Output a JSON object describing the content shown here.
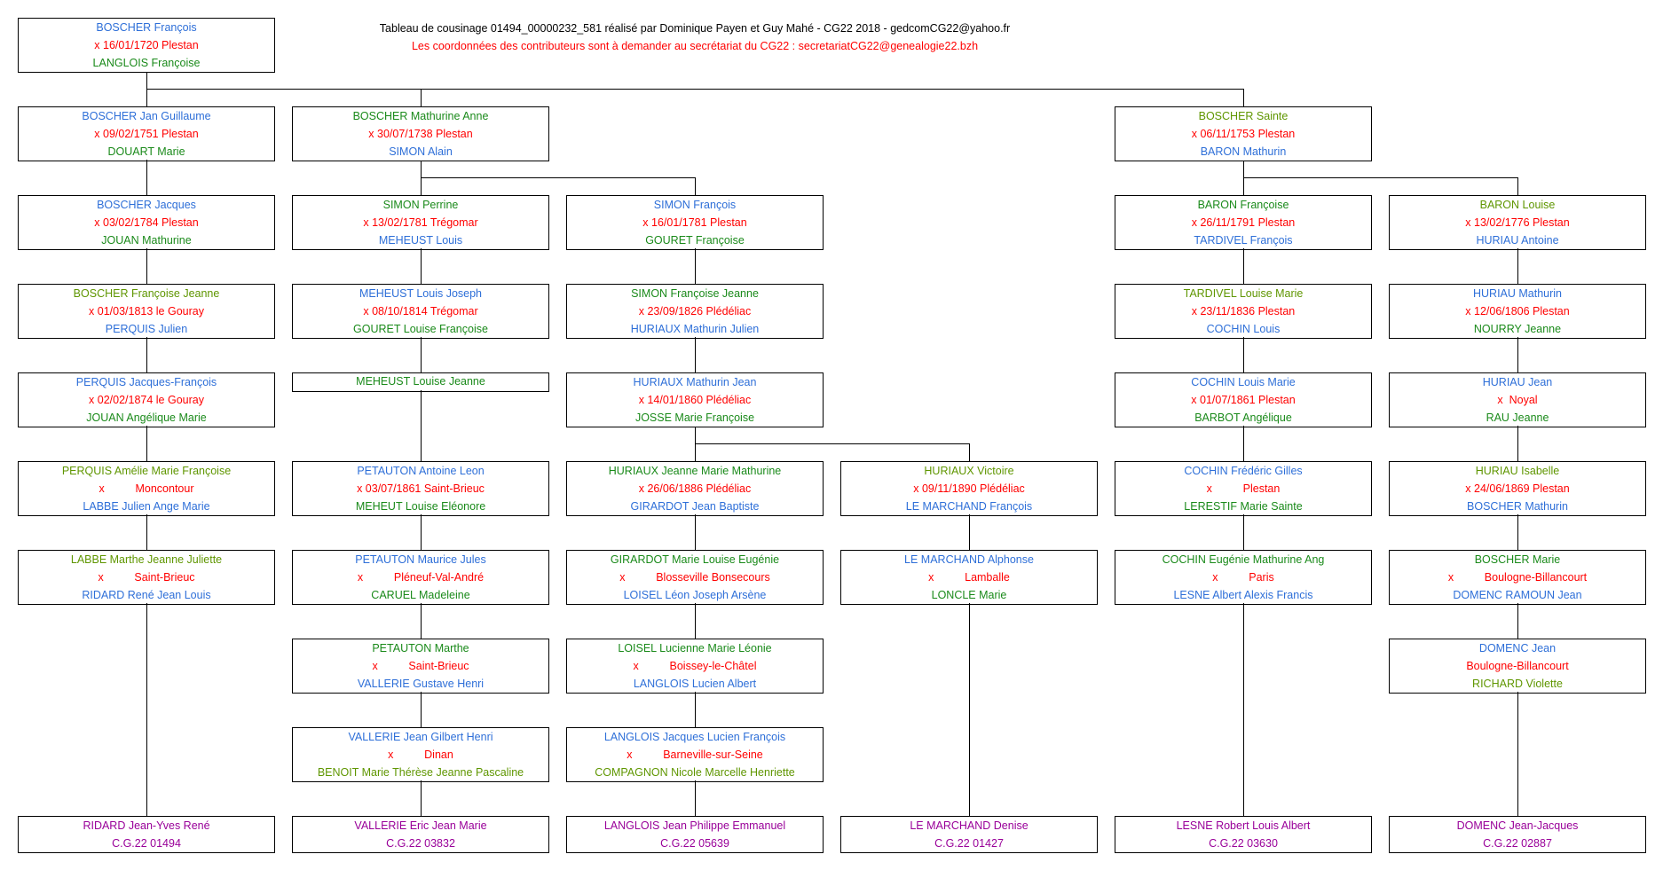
{
  "header": {
    "title": "Tableau de cousinage 01494_00000232_581 réalisé par Dominique Payen et Guy Mahé - CG22 2018 - gedcomCG22@yahoo.fr",
    "subtitle": "Les coordonnées des contributeurs sont à demander au secrétariat du CG22 :  secretariatCG22@genealogie22.bzh",
    "title_color": "#000000",
    "subtitle_color": "#ff0000"
  },
  "colors": {
    "blue": "#2e6fd8",
    "red": "#ff0000",
    "green": "#1a8a1a",
    "olive": "#5f9600",
    "purple": "#990099"
  },
  "root": [
    {
      "text": "BOSCHER François",
      "color": "blue"
    },
    {
      "text": "x 16/01/1720 Plestan",
      "color": "red"
    },
    {
      "text": "LANGLOIS Françoise",
      "color": "green"
    }
  ],
  "columns": [
    [
      [
        {
          "text": "BOSCHER Jan Guillaume",
          "color": "blue"
        },
        {
          "text": "x 09/02/1751 Plestan",
          "color": "red"
        },
        {
          "text": "DOUART Marie",
          "color": "green"
        }
      ],
      [
        {
          "text": "BOSCHER Jacques",
          "color": "blue"
        },
        {
          "text": "x 03/02/1784 Plestan",
          "color": "red"
        },
        {
          "text": "JOUAN Mathurine",
          "color": "green"
        }
      ],
      [
        {
          "text": "BOSCHER Françoise Jeanne",
          "color": "olive"
        },
        {
          "text": "x 01/03/1813 le Gouray",
          "color": "red"
        },
        {
          "text": "PERQUIS Julien",
          "color": "blue"
        }
      ],
      [
        {
          "text": "PERQUIS Jacques-François",
          "color": "blue"
        },
        {
          "text": "x 02/02/1874 le Gouray",
          "color": "red"
        },
        {
          "text": "JOUAN Angélique Marie",
          "color": "green"
        }
      ],
      [
        {
          "text": "PERQUIS Amélie Marie Françoise",
          "color": "olive"
        },
        {
          "text": "x          Moncontour",
          "color": "red"
        },
        {
          "text": "LABBE Julien Ange Marie",
          "color": "blue"
        }
      ],
      [
        {
          "text": "LABBE Marthe Jeanne Juliette",
          "color": "olive"
        },
        {
          "text": "x          Saint-Brieuc",
          "color": "red"
        },
        {
          "text": "RIDARD René Jean Louis",
          "color": "blue"
        }
      ],
      [
        {
          "text": "RIDARD Jean-Yves René",
          "color": "purple"
        },
        {
          "text": "C.G.22 01494",
          "color": "purple"
        }
      ]
    ],
    [
      [
        {
          "text": "BOSCHER Mathurine Anne",
          "color": "green"
        },
        {
          "text": "x 30/07/1738 Plestan",
          "color": "red"
        },
        {
          "text": "SIMON Alain",
          "color": "blue"
        }
      ],
      [
        {
          "text": "SIMON Perrine",
          "color": "green"
        },
        {
          "text": "x 13/02/1781 Trégomar",
          "color": "red"
        },
        {
          "text": "MEHEUST Louis",
          "color": "blue"
        }
      ],
      [
        {
          "text": "MEHEUST Louis Joseph",
          "color": "blue"
        },
        {
          "text": "x 08/10/1814 Trégomar",
          "color": "red"
        },
        {
          "text": "GOURET Louise Françoise",
          "color": "green"
        }
      ],
      [
        {
          "text": "MEHEUST Louise Jeanne",
          "color": "green"
        }
      ],
      [
        {
          "text": "PETAUTON Antoine Leon",
          "color": "blue"
        },
        {
          "text": "x 03/07/1861 Saint-Brieuc",
          "color": "red"
        },
        {
          "text": "MEHEUT Louise Eléonore",
          "color": "green"
        }
      ],
      [
        {
          "text": "PETAUTON Maurice Jules",
          "color": "blue"
        },
        {
          "text": "x          Pléneuf-Val-André",
          "color": "red"
        },
        {
          "text": "CARUEL Madeleine",
          "color": "green"
        }
      ],
      [
        {
          "text": "PETAUTON Marthe",
          "color": "green"
        },
        {
          "text": "x          Saint-Brieuc",
          "color": "red"
        },
        {
          "text": "VALLERIE Gustave Henri",
          "color": "blue"
        }
      ],
      [
        {
          "text": "VALLERIE Jean Gilbert Henri",
          "color": "blue"
        },
        {
          "text": "x          Dinan",
          "color": "red"
        },
        {
          "text": "BENOIT Marie Thérèse Jeanne Pascaline",
          "color": "olive"
        }
      ],
      [
        {
          "text": "VALLERIE Eric Jean Marie",
          "color": "purple"
        },
        {
          "text": "C.G.22 03832",
          "color": "purple"
        }
      ]
    ],
    [
      [
        {
          "text": "SIMON François",
          "color": "blue"
        },
        {
          "text": "x 16/01/1781 Plestan",
          "color": "red"
        },
        {
          "text": "GOURET Françoise",
          "color": "green"
        }
      ],
      [
        {
          "text": "SIMON Françoise Jeanne",
          "color": "green"
        },
        {
          "text": "x 23/09/1826 Plédéliac",
          "color": "red"
        },
        {
          "text": "HURIAUX Mathurin Julien",
          "color": "blue"
        }
      ],
      [
        {
          "text": "HURIAUX Mathurin Jean",
          "color": "blue"
        },
        {
          "text": "x 14/01/1860 Plédéliac",
          "color": "red"
        },
        {
          "text": "JOSSE Marie Françoise",
          "color": "green"
        }
      ],
      [
        {
          "text": "HURIAUX Jeanne Marie Mathurine",
          "color": "green"
        },
        {
          "text": "x 26/06/1886 Plédéliac",
          "color": "red"
        },
        {
          "text": "GIRARDOT Jean Baptiste",
          "color": "blue"
        }
      ],
      [
        {
          "text": "GIRARDOT Marie Louise Eugénie",
          "color": "green"
        },
        {
          "text": "x          Blosseville Bonsecours",
          "color": "red"
        },
        {
          "text": "LOISEL Léon Joseph Arsène",
          "color": "blue"
        }
      ],
      [
        {
          "text": "LOISEL Lucienne Marie Léonie",
          "color": "green"
        },
        {
          "text": "x          Boissey-le-Châtel",
          "color": "red"
        },
        {
          "text": "LANGLOIS Lucien Albert",
          "color": "blue"
        }
      ],
      [
        {
          "text": "LANGLOIS Jacques Lucien François",
          "color": "blue"
        },
        {
          "text": "x          Barneville-sur-Seine",
          "color": "red"
        },
        {
          "text": "COMPAGNON Nicole Marcelle Henriette",
          "color": "olive"
        }
      ],
      [
        {
          "text": "LANGLOIS Jean Philippe Emmanuel",
          "color": "purple"
        },
        {
          "text": "C.G.22 05639",
          "color": "purple"
        }
      ]
    ],
    [
      [
        {
          "text": "HURIAUX Victoire",
          "color": "olive"
        },
        {
          "text": "x 09/11/1890 Plédéliac",
          "color": "red"
        },
        {
          "text": "LE MARCHAND François",
          "color": "blue"
        }
      ],
      [
        {
          "text": "LE MARCHAND Alphonse",
          "color": "blue"
        },
        {
          "text": "x          Lamballe",
          "color": "red"
        },
        {
          "text": "LONCLE Marie",
          "color": "green"
        }
      ],
      [
        {
          "text": "LE MARCHAND Denise",
          "color": "purple"
        },
        {
          "text": "C.G.22 01427",
          "color": "purple"
        }
      ]
    ],
    [
      [
        {
          "text": "BOSCHER Sainte",
          "color": "olive"
        },
        {
          "text": "x 06/11/1753 Plestan",
          "color": "red"
        },
        {
          "text": "BARON Mathurin",
          "color": "blue"
        }
      ],
      [
        {
          "text": "BARON Françoise",
          "color": "green"
        },
        {
          "text": "x 26/11/1791 Plestan",
          "color": "red"
        },
        {
          "text": "TARDIVEL François",
          "color": "blue"
        }
      ],
      [
        {
          "text": "TARDIVEL Louise Marie",
          "color": "olive"
        },
        {
          "text": "x 23/11/1836 Plestan",
          "color": "red"
        },
        {
          "text": "COCHIN Louis",
          "color": "blue"
        }
      ],
      [
        {
          "text": "COCHIN Louis Marie",
          "color": "blue"
        },
        {
          "text": "x 01/07/1861 Plestan",
          "color": "red"
        },
        {
          "text": "BARBOT Angélique",
          "color": "green"
        }
      ],
      [
        {
          "text": "COCHIN Frédéric Gilles",
          "color": "blue"
        },
        {
          "text": "x          Plestan",
          "color": "red"
        },
        {
          "text": "LERESTIF Marie Sainte",
          "color": "green"
        }
      ],
      [
        {
          "text": "COCHIN Eugénie Mathurine Ang",
          "color": "green"
        },
        {
          "text": "x          Paris",
          "color": "red"
        },
        {
          "text": "LESNE Albert Alexis Francis",
          "color": "blue"
        }
      ],
      [
        {
          "text": "LESNE Robert Louis Albert",
          "color": "purple"
        },
        {
          "text": "C.G.22 03630",
          "color": "purple"
        }
      ]
    ],
    [
      [
        {
          "text": "BARON Louise",
          "color": "olive"
        },
        {
          "text": "x 13/02/1776 Plestan",
          "color": "red"
        },
        {
          "text": "HURIAU Antoine",
          "color": "blue"
        }
      ],
      [
        {
          "text": "HURIAU Mathurin",
          "color": "blue"
        },
        {
          "text": "x 12/06/1806 Plestan",
          "color": "red"
        },
        {
          "text": "NOURRY Jeanne",
          "color": "green"
        }
      ],
      [
        {
          "text": "HURIAU Jean",
          "color": "blue"
        },
        {
          "text": "x  Noyal",
          "color": "red"
        },
        {
          "text": "RAU Jeanne",
          "color": "green"
        }
      ],
      [
        {
          "text": "HURIAU Isabelle",
          "color": "olive"
        },
        {
          "text": "x 24/06/1869 Plestan",
          "color": "red"
        },
        {
          "text": "BOSCHER Mathurin",
          "color": "blue"
        }
      ],
      [
        {
          "text": "BOSCHER Marie",
          "color": "green"
        },
        {
          "text": "x          Boulogne-Billancourt",
          "color": "red"
        },
        {
          "text": "DOMENC RAMOUN Jean",
          "color": "blue"
        }
      ],
      [
        {
          "text": "DOMENC Jean",
          "color": "blue"
        },
        {
          "text": "Boulogne-Billancourt",
          "color": "red"
        },
        {
          "text": "RICHARD Violette",
          "color": "olive"
        }
      ],
      [
        {
          "text": "DOMENC Jean-Jacques",
          "color": "purple"
        },
        {
          "text": "C.G.22 02887",
          "color": "purple"
        }
      ]
    ]
  ]
}
